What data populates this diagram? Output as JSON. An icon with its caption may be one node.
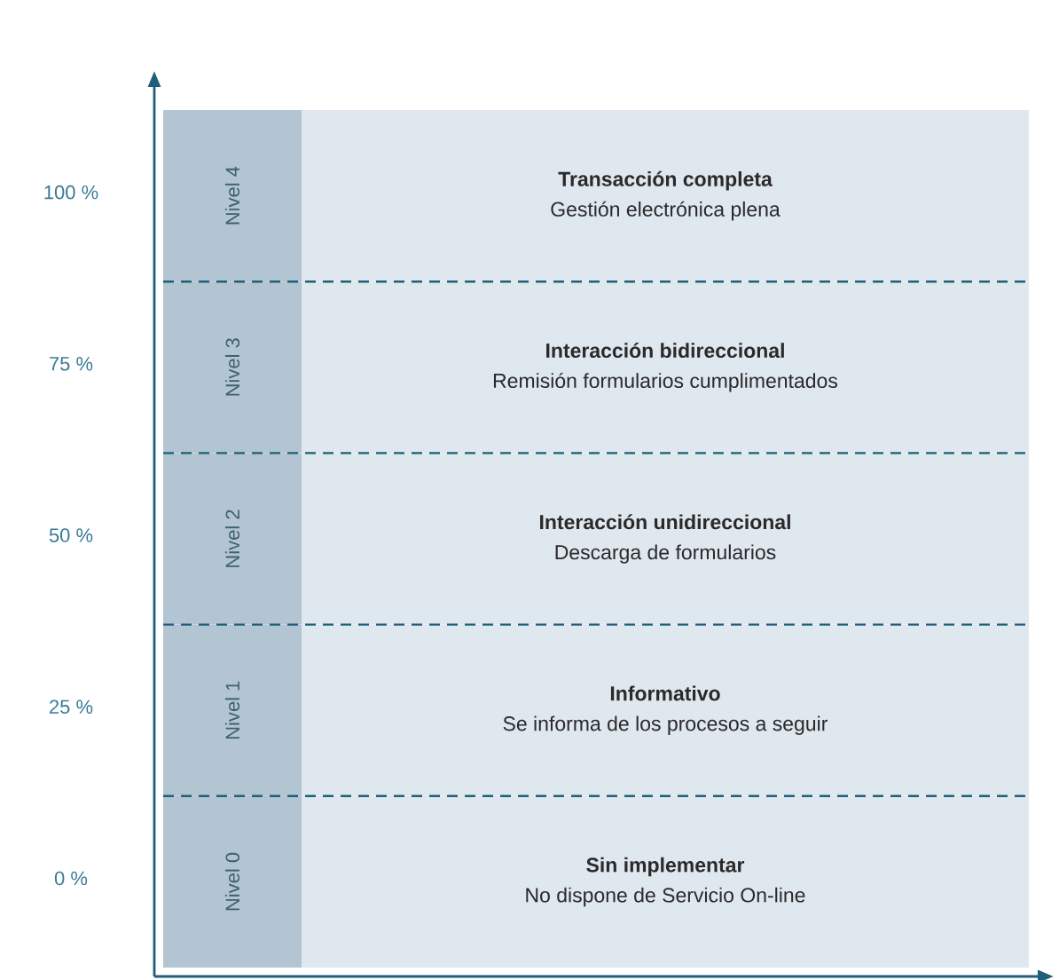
{
  "diagram": {
    "nodes": [
      {
        "text": [
          "Transacción completa",
          "Gestión electrónica plena"
        ]
      },
      {
        "text": [
          "Interacción bidireccional",
          "Remisión formularios cumplimentados"
        ]
      },
      {
        "text": [
          "Interacción unidireccional",
          "Descarga de formularios"
        ]
      },
      {
        "text": [
          "Informativo",
          "Se informa de los procesos a seguir"
        ]
      },
      {
        "text": [
          "Sin implementar",
          "No dispone de Servicio On-line"
        ]
      }
    ],
    "labels": [
      "100 %",
      "Nivel 4",
      "75 %",
      "Nivel 3",
      "50 %",
      "Nivel 2",
      "25 %",
      "Nivel 1",
      "0 %",
      "Nivel 0"
    ]
  }
}
